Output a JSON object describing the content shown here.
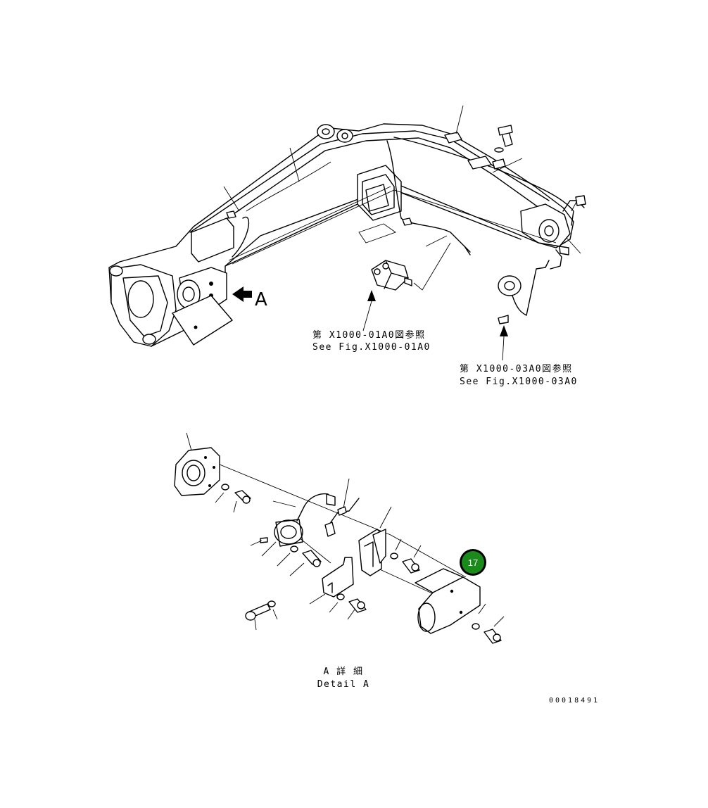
{
  "callouts": {
    "ref1": {
      "ja": "第 X1000-01A0図参照",
      "en": "See Fig.X1000-01A0"
    },
    "ref2": {
      "ja": "第 X1000-03A0図参照",
      "en": "See Fig.X1000-03A0"
    }
  },
  "view_arrow_label": "A",
  "detail": {
    "ja": "A 詳 細",
    "en": "Detail A"
  },
  "badge": {
    "number": "17",
    "color": "#1a8a1a"
  },
  "drawing_number": "00018491"
}
